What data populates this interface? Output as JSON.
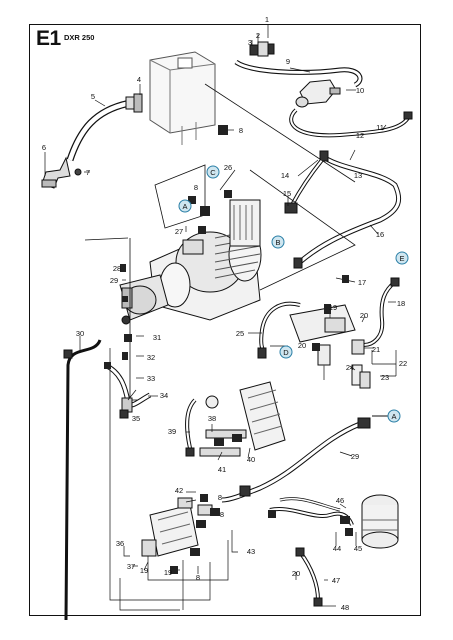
{
  "header": {
    "section": "E1",
    "model": "DXR 250"
  },
  "callouts": [
    "1",
    "2",
    "3",
    "4",
    "5",
    "6",
    "7",
    "8",
    "9",
    "10",
    "11",
    "12",
    "13",
    "14",
    "15",
    "16",
    "17",
    "18",
    "19",
    "20",
    "21",
    "22",
    "23",
    "24",
    "25",
    "26",
    "27",
    "28",
    "29",
    "30",
    "31",
    "32",
    "33",
    "34",
    "35",
    "36",
    "37",
    "38",
    "39",
    "40",
    "41",
    "42",
    "43",
    "44",
    "45",
    "46",
    "47",
    "48"
  ],
  "connectors": {
    "A": "A",
    "B": "B",
    "C": "C",
    "D": "D",
    "E": "E"
  },
  "colors": {
    "line": "#111111",
    "connector_fill": "#cfe6f0",
    "connector_stroke": "#2a7fa6",
    "part_fill": "#f2f2f2",
    "tank_fill": "#f7f7f7"
  }
}
